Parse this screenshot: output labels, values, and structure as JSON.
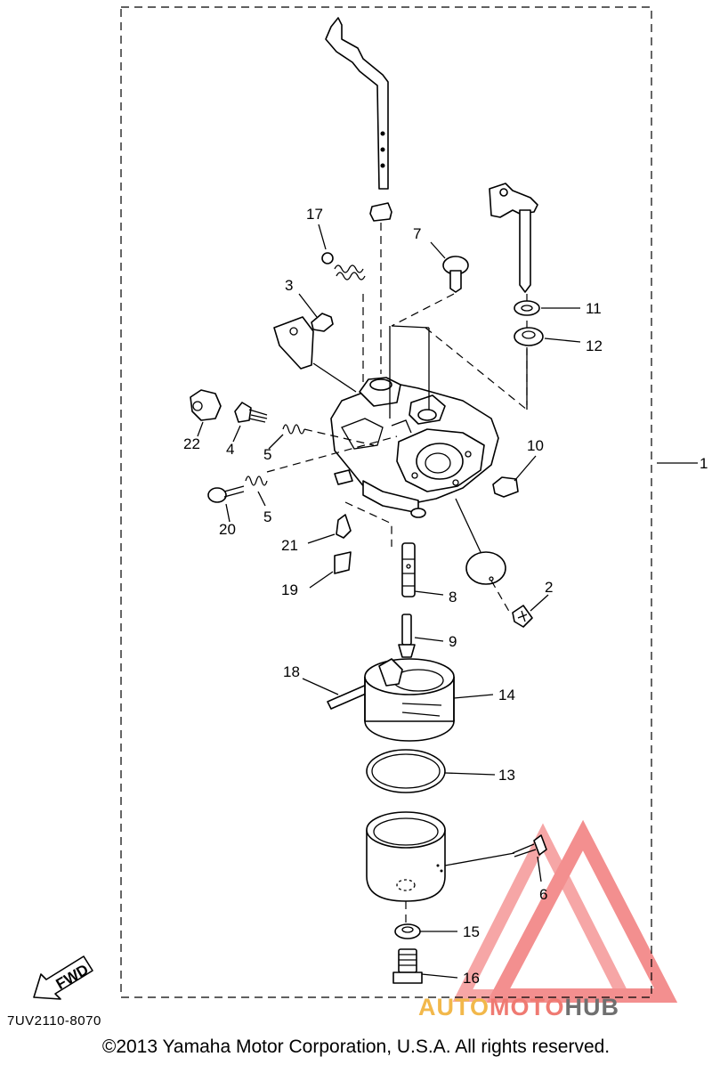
{
  "diagram": {
    "callouts": {
      "p1": "1",
      "p2": "2",
      "p3": "3",
      "p4": "4",
      "p5a": "5",
      "p5b": "5",
      "p6": "6",
      "p7": "7",
      "p8": "8",
      "p9": "9",
      "p10": "10",
      "p11": "11",
      "p12": "12",
      "p13": "13",
      "p14": "14",
      "p15": "15",
      "p16": "16",
      "p17": "17",
      "p18": "18",
      "p19": "19",
      "p20": "20",
      "p21": "21",
      "p22": "22"
    },
    "fwd_label": "FWD",
    "code": "7UV2110-8070",
    "copyright": "©2013 Yamaha Motor Corporation, U.S.A. All rights reserved."
  },
  "watermark": {
    "part1": "AUTO",
    "part2": "MOTO",
    "part3": "HUB",
    "colors": {
      "auto": "#f2b84b",
      "moto": "#ef7a72",
      "hub": "#6f6f6f",
      "triangle": "#f06a6a"
    }
  }
}
